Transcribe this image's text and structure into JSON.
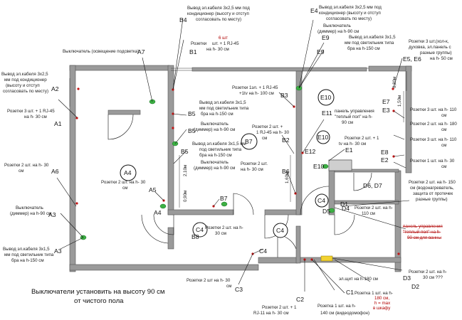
{
  "footer_note": [
    "Выключатели установить на высоту 90 см",
    "от чистого пола"
  ],
  "codes": {
    "A1": "A1",
    "A2": "A2",
    "A3a": "A3",
    "A3b": "A3",
    "A4a": "A4",
    "A4b": "A4",
    "A5": "A5",
    "A6": "A6",
    "A7": "A7",
    "B1": "B1",
    "B2": "B2",
    "B3": "B3",
    "B4": "B4",
    "B5a": "B5",
    "B5b": "B5",
    "B5c": "B5",
    "B6": "B6",
    "B7a": "B7",
    "B7b": "B7",
    "B8": "B8",
    "C1": "C1",
    "C2": "C2",
    "C3": "C3",
    "C4a": "C4",
    "C4b": "C4",
    "C4c": "C4",
    "C4d": "C4",
    "D1": "D1",
    "D2": "D2",
    "D3": "D3",
    "D4": "D4",
    "D5": "D5",
    "D6D7": "D6, D7",
    "E1": "E1",
    "E2": "E2",
    "E3": "E3",
    "E4": "E4",
    "E5E6": "E5, E6",
    "E7": "E7",
    "E8": "E8",
    "E9a": "E9",
    "E9b": "E9",
    "E10a": "E10",
    "E10b": "E10",
    "E10c": "E10",
    "E11": "E11",
    "E12": "E12"
  },
  "labels": {
    "a7": "Выключатель (освещение подсветка)",
    "a2": [
      "Вывод эл.кабеля 3х2,5",
      "мм под кондиционер",
      "(высоту и отступ",
      "согласовать по месту)"
    ],
    "a1": [
      "Розетки 3 шт. + 1 RJ-45",
      "на h- 30 см"
    ],
    "a6": [
      "Розетки 2 шт. на h- 30",
      "см"
    ],
    "a3a": [
      "Выключатель",
      "(диммер) на h-90 см"
    ],
    "a3b": [
      "Вывод эл.кабеля 3х1,5",
      "мм под светильник типа",
      "бра на h-150 см"
    ],
    "a4": [
      "Розетки 2 шт. на h- 30",
      "см"
    ],
    "b4": [
      "Вывод эл.кабеля 3х2,5 мм под",
      "кондиционер (высоту и отступ",
      "согласовать по месту)"
    ],
    "b1": [
      "6 шт",
      "Розетки",
      "шт. + 1 RJ-45",
      "на h- 30 см"
    ],
    "b5a": [
      "Вывод эл.кабеля 3х1,5",
      "мм под светильник типа",
      "бра на h-150 см"
    ],
    "b5b": [
      "Выключатель",
      "(диммер) на h-90 см"
    ],
    "b5c": [
      "Вывод эл.кабеля 3х1,5 мм",
      "под светильник типа",
      "бра на h-150 см"
    ],
    "b5d": [
      "Выключатель",
      "(диммер) на h-90 см"
    ],
    "b3": [
      "Розетки 1эл. + 1 RJ-45",
      "+1tv  на h- 100 см"
    ],
    "b2": [
      "Розетки 2 шт. +",
      "1 RJ-45 на h- 30",
      "см"
    ],
    "b6": [
      "Розетки 2 шт.",
      "на h- 30 см"
    ],
    "b8": [
      "Розетки 2 шт. на h-",
      "30 см"
    ],
    "c3": [
      "Розетки 2 шт на h- 30",
      "см"
    ],
    "c2": [
      "Розетки 2 шт. + 1",
      "RJ-11  на h- 30 см"
    ],
    "c1a": [
      "Розетка 1 шт. на h-",
      "180 см,",
      "h = max",
      "в шкафу"
    ],
    "c1b": [
      "Розетка 1 шт. на h-",
      "140 см (видеодомофон)"
    ],
    "e4": [
      "Вывод эл.кабеля 3х2,5 мм под",
      "кондиционер (высоту и отступ",
      "согласовать по месту)"
    ],
    "e9a": [
      "Выключатель",
      "(диммер) на h-90 см"
    ],
    "e9b": [
      "Вывод эл.кабеля 3х1,5",
      "мм под светильник типа",
      "бра на h-150 см"
    ],
    "e5e6": [
      "Розетки 3 шт.(хол-к,",
      "духовка, эл.панель с",
      "разные группы)",
      "на h- 50 см"
    ],
    "e3": [
      "Розетки 3 шт. на h- 110",
      "см"
    ],
    "e7": [
      "Розетки 2 шт. на h- 180",
      "см"
    ],
    "e8": [
      "Розетки 3 шт. на h- 110",
      "см"
    ],
    "e2": [
      "Розетки 1 шт. на h- 30",
      "см"
    ],
    "e11": [
      "панель управления",
      "\"теплый пол\" на h-",
      "90 см"
    ],
    "e1": [
      "Розетки 2 шт. + 1",
      "tv  на h- 30 см"
    ],
    "d6d7": [
      "Розетки 2 шт. на h- 150",
      "см (водонагреватель,",
      "защита от протечек",
      "разные группы)"
    ],
    "d4": [
      "Розетки 2 шт. на h-",
      "110 см"
    ],
    "d_struck": [
      "панель управления",
      "\"теплый пол\" на h-",
      "90 см для ванны"
    ],
    "d2": [
      "Розетки 2 шт. на h-",
      "30 см ???"
    ],
    "sh": "эл.щит на h-180 см",
    "dims": {
      "d090a": "0,90м",
      "d090b": "0,90м",
      "d080": "0,80м",
      "d150": "1,50м",
      "d210": "2,10м",
      "d160": "1,60м"
    }
  }
}
